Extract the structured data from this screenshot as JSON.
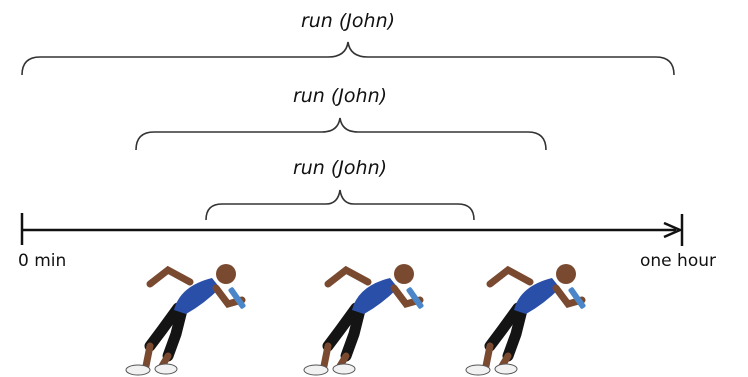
{
  "braces": [
    {
      "label": "run (John)"
    },
    {
      "label": "run (John)"
    },
    {
      "label": "run (John)"
    }
  ],
  "timeline": {
    "start_label": "0 min",
    "end_label": "one hour"
  },
  "runners": [
    {
      "icon": "sprinter-with-baton"
    },
    {
      "icon": "sprinter-with-baton"
    },
    {
      "icon": "sprinter-with-baton"
    }
  ],
  "colors": {
    "line": "#111111",
    "brace": "#333333",
    "jersey": "#2a4fa8",
    "shorts": "#141414",
    "skin": "#7a4a30",
    "baton": "#4a86c8",
    "shoe": "#f2f2f2"
  }
}
